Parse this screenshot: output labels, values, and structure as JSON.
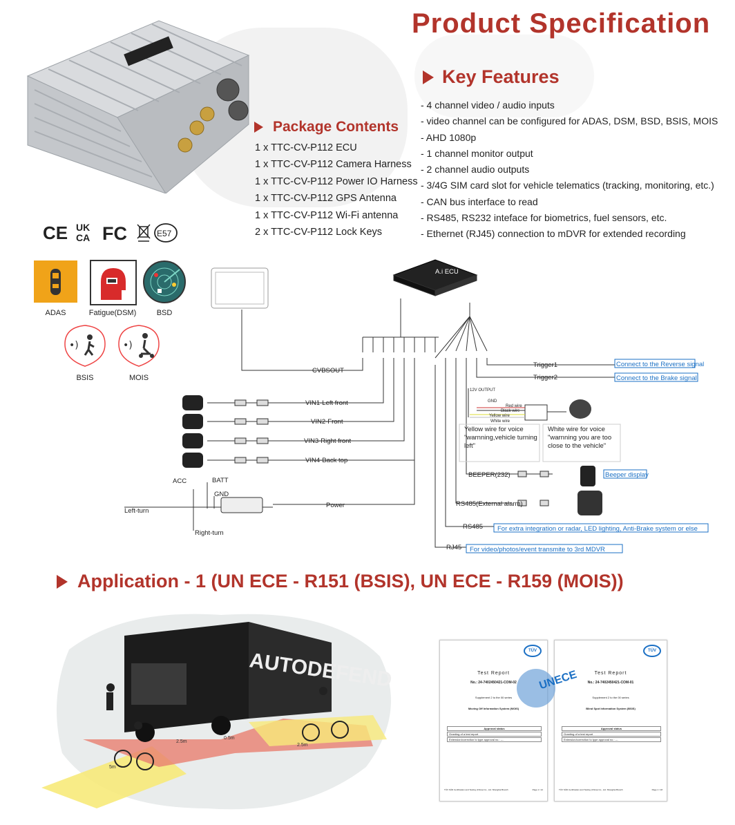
{
  "title": "Product Specification",
  "key_features": {
    "heading": "Key Features",
    "items": [
      "- 4 channel video / audio inputs",
      "- video channel can be configured for ADAS, DSM, BSD, BSIS, MOIS",
      "- AHD 1080p",
      "- 1 channel monitor output",
      "- 2 channel audio outputs",
      "- 3/4G SIM card slot for vehicle telematics (tracking, monitoring, etc.)",
      "- CAN bus interface to read",
      "- RS485, RS232 inteface for biometrics, fuel sensors, etc.",
      "- Ethernet (RJ45) connection to mDVR for extended recording"
    ]
  },
  "package_contents": {
    "heading": "Package Contents",
    "items": [
      "1 x TTC-CV-P112 ECU",
      "1 x TTC-CV-P112 Camera Harness",
      "1 x TTC-CV-P112 Power IO Harness",
      "1 x TTC-CV-P112 GPS Antenna",
      "1 x TTC-CV-P112 Wi-Fi antenna",
      "2 x TTC-CV-P112 Lock Keys"
    ]
  },
  "certifications": [
    "CE",
    "UK CA",
    "FC",
    "WEEE",
    "E57"
  ],
  "feature_icons": {
    "adas": "ADAS",
    "dsm": "Fatigue(DSM)",
    "bsd": "BSD",
    "bsis": "BSIS",
    "mois": "MOIS"
  },
  "diagram": {
    "ecu_label": "A.i ECU",
    "cvbsout": "CVBSOUT",
    "vin1": "VIN1-Left front",
    "vin2": "VIN2-Front",
    "vin3": "VIN3-Right front",
    "vin4": "VIN4-Back top",
    "acc": "ACC",
    "batt": "BATT",
    "gnd": "GND",
    "power": "Power",
    "left_turn": "Left-turn",
    "right_turn": "Right-turn",
    "trigger1": "Trigger1",
    "trigger2": "Trigger2",
    "trigger1_note": "Connect to the Reverse signal",
    "trigger2_note": "Connect to the Brake signal",
    "output_12v": "12V OUTPUT",
    "gnd_small": "GND",
    "red_wire": "Red wire",
    "black_wire": "Black wire",
    "yellow_wire": "Yellow wire",
    "white_wire": "White wire",
    "note_yellow": "Yellow wire for voice \"warnning,vehicle turning left\"",
    "note_white": "White wire for voice \"warnning you are too close to the vehicle\"",
    "beeper": "BEEPER(232)",
    "beeper_note": "Beeper display",
    "rs485_ext": "RS485(External alarm)",
    "rs485": "RS485",
    "rs485_note": "For extra integration or radar, LED lighting, Anti-Brake system or else",
    "rj45": "RJ45",
    "rj45_note": "For video/photos/event transmite to 3rd MDVR"
  },
  "application": {
    "heading": "Application - 1 (UN ECE - R151 (BSIS),  UN ECE - R159 (MOIS))",
    "truck_text": "AUTODEFEND",
    "distances": [
      "2.5m",
      "0.5m",
      "2.5m",
      "5m"
    ]
  },
  "reports": [
    {
      "title": "Test Report",
      "number": "No.: 24-7402450421-COM-02",
      "regulation": "Supplement 2 to the 00 series",
      "subject": "Moving Off Information System (MOIS)",
      "status_head": "Approval status",
      "status1": "Granting of a test report",
      "status2": "Extension/correction to type approval no.: ---",
      "footer": "TÜV SÜD Certification and Testing (China) Co., Ltd. Shanghai Branch",
      "page": "Page 1 / 12"
    },
    {
      "title": "Test Report",
      "number": "No.: 24-7402450421-COM-01",
      "regulation": "Supplement 2 to the 00 series",
      "subject": "Blind Spot Information System (BSIS)",
      "status_head": "Approval status",
      "status1": "Granting of a test report",
      "status2": "Extension/correction to type approval no.: ---",
      "footer": "TÜV SÜD Certification and Testing (China) Co., Ltd. Shanghai Branch",
      "page": "Page 1 / 18"
    }
  ],
  "unece": "UNECE",
  "tuv": "TÜV"
}
